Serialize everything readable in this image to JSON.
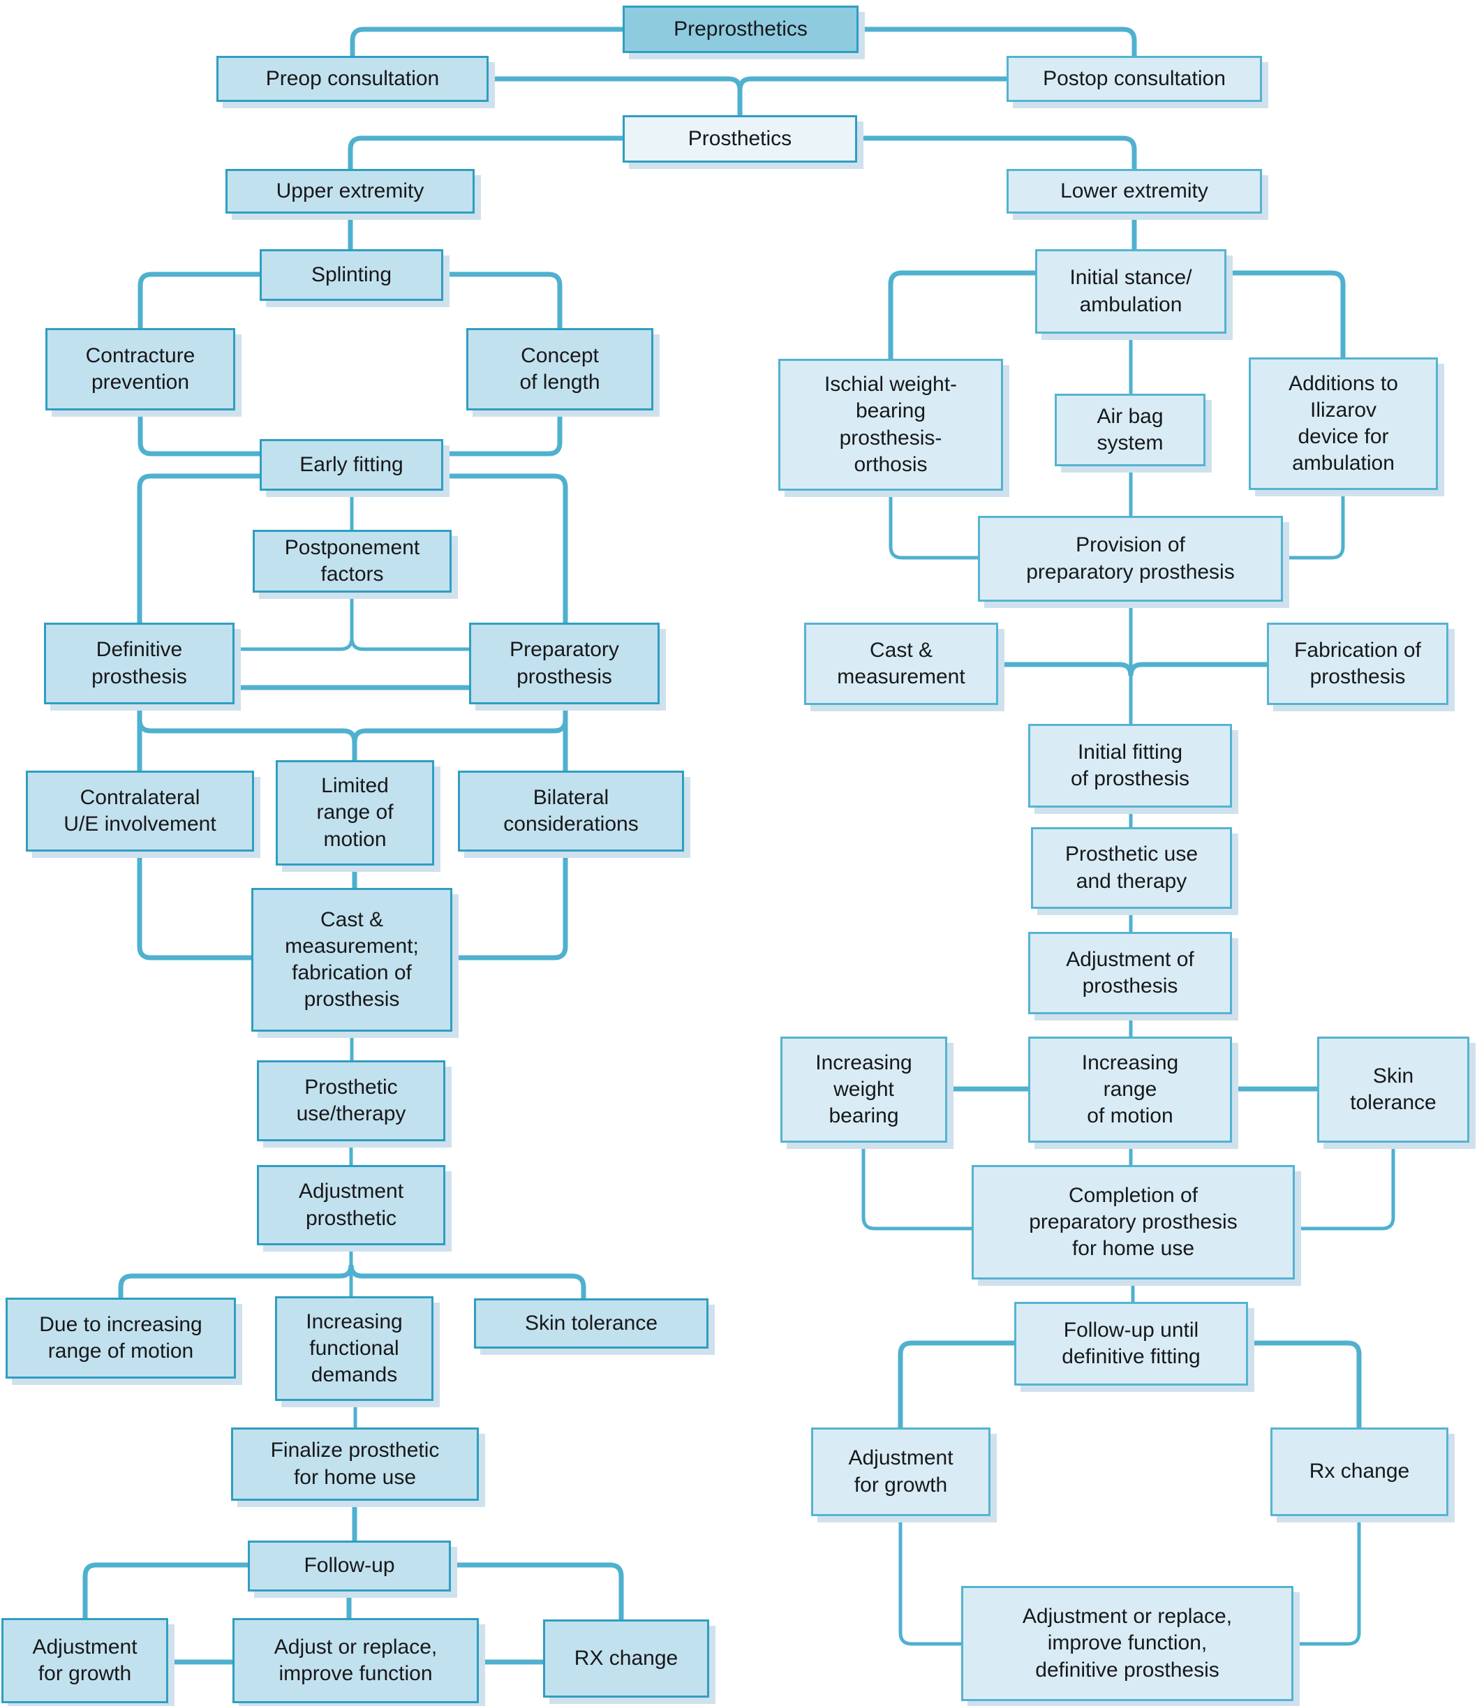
{
  "title": "Prosthetics care pathway flowchart",
  "colors": {
    "line-color": "#4fb0cf",
    "shadow": "#cfe1ed",
    "node-dark": "#8ecbdf",
    "node-pale": "#eaf4f9",
    "node-left": "#c2e1ee",
    "node-right": "#d9ecf5",
    "border-main": "#2f9ec2",
    "border-right": "#55b3d1"
  },
  "nodes": [
    {
      "id": "preprosthetics",
      "variant": "dark",
      "label": "Preprosthetics"
    },
    {
      "id": "preop",
      "variant": "left",
      "label": "Preop consultation"
    },
    {
      "id": "postop",
      "variant": "right",
      "label": "Postop consultation"
    },
    {
      "id": "prosthetics",
      "variant": "pale",
      "label": "Prosthetics"
    },
    {
      "id": "upper",
      "variant": "left",
      "label": "Upper extremity"
    },
    {
      "id": "lower",
      "variant": "right",
      "label": "Lower extremity"
    },
    {
      "id": "splinting",
      "variant": "left",
      "label": "Splinting"
    },
    {
      "id": "contracture",
      "variant": "left",
      "label": "Contracture\nprevention"
    },
    {
      "id": "concept",
      "variant": "left",
      "label": "Concept\nof length"
    },
    {
      "id": "early",
      "variant": "left",
      "label": "Early fitting"
    },
    {
      "id": "postponement",
      "variant": "left",
      "label": "Postponement\nfactors"
    },
    {
      "id": "definitive",
      "variant": "left",
      "label": "Definitive\nprosthesis"
    },
    {
      "id": "preparatory",
      "variant": "left",
      "label": "Preparatory\nprosthesis"
    },
    {
      "id": "contralateral",
      "variant": "left",
      "label": "Contralateral\nU/E involvement"
    },
    {
      "id": "limited",
      "variant": "left",
      "label": "Limited\nrange of\nmotion"
    },
    {
      "id": "bilateral",
      "variant": "left",
      "label": "Bilateral\nconsiderations"
    },
    {
      "id": "castmeas_l",
      "variant": "left",
      "label": "Cast &\nmeasurement;\nfabrication of\nprosthesis"
    },
    {
      "id": "prosuse_l",
      "variant": "left",
      "label": "Prosthetic\nuse/therapy"
    },
    {
      "id": "adjpros",
      "variant": "left",
      "label": "Adjustment\nprosthetic"
    },
    {
      "id": "dueto",
      "variant": "left",
      "label": "Due to increasing\nrange of motion"
    },
    {
      "id": "incfunc",
      "variant": "left",
      "label": "Increasing\nfunctional\ndemands"
    },
    {
      "id": "skintol_l",
      "variant": "left",
      "label": "Skin tolerance"
    },
    {
      "id": "finalize",
      "variant": "left",
      "label": "Finalize prosthetic\nfor home use"
    },
    {
      "id": "followup",
      "variant": "left",
      "label": "Follow-up"
    },
    {
      "id": "adjgrowth_l",
      "variant": "left",
      "label": "Adjustment\nfor growth"
    },
    {
      "id": "adjreplace_l",
      "variant": "left",
      "label": "Adjust or replace,\nimprove function"
    },
    {
      "id": "rxchange_l",
      "variant": "left",
      "label": "RX change"
    },
    {
      "id": "initialstance",
      "variant": "right",
      "label": "Initial stance/\nambulation"
    },
    {
      "id": "ischial",
      "variant": "right",
      "label": "Ischial weight-\nbearing\nprosthesis-\northosis"
    },
    {
      "id": "airbag",
      "variant": "right",
      "label": "Air bag\nsystem"
    },
    {
      "id": "additions",
      "variant": "right",
      "label": "Additions to\nIlizarov\ndevice for\nambulation"
    },
    {
      "id": "provision",
      "variant": "right",
      "label": "Provision of\npreparatory prosthesis"
    },
    {
      "id": "castmeas_r",
      "variant": "right",
      "label": "Cast &\nmeasurement"
    },
    {
      "id": "fabrication",
      "variant": "right",
      "label": "Fabrication of\nprosthesis"
    },
    {
      "id": "initialfitting",
      "variant": "right",
      "label": "Initial fitting\nof prosthesis"
    },
    {
      "id": "prosuse_r",
      "variant": "right",
      "label": "Prosthetic use\nand therapy"
    },
    {
      "id": "adjustpros_r",
      "variant": "right",
      "label": "Adjustment of\nprosthesis"
    },
    {
      "id": "incwb",
      "variant": "right",
      "label": "Increasing\nweight\nbearing"
    },
    {
      "id": "incrom",
      "variant": "right",
      "label": "Increasing\nrange\nof motion"
    },
    {
      "id": "skintol_r",
      "variant": "right",
      "label": "Skin\ntolerance"
    },
    {
      "id": "completion",
      "variant": "right",
      "label": "Completion of\npreparatory prosthesis\nfor home use"
    },
    {
      "id": "fudefinitive",
      "variant": "right",
      "label": "Follow-up until\ndefinitive fitting"
    },
    {
      "id": "adjgrowth_r",
      "variant": "right",
      "label": "Adjustment\nfor growth"
    },
    {
      "id": "rxchange_r",
      "variant": "right",
      "label": "Rx change"
    },
    {
      "id": "adjreplace_r",
      "variant": "right",
      "label": "Adjustment or replace,\nimprove function,\ndefinitive prosthesis"
    }
  ],
  "edges": [
    [
      "preprosthetics",
      "preop"
    ],
    [
      "preprosthetics",
      "postop"
    ],
    [
      "preop",
      "prosthetics"
    ],
    [
      "postop",
      "prosthetics"
    ],
    [
      "prosthetics",
      "upper"
    ],
    [
      "prosthetics",
      "lower"
    ],
    [
      "upper",
      "splinting"
    ],
    [
      "splinting",
      "contracture"
    ],
    [
      "splinting",
      "concept"
    ],
    [
      "contracture",
      "early"
    ],
    [
      "concept",
      "early"
    ],
    [
      "early",
      "postponement"
    ],
    [
      "early",
      "definitive"
    ],
    [
      "early",
      "preparatory"
    ],
    [
      "postponement",
      "definitive"
    ],
    [
      "postponement",
      "preparatory"
    ],
    [
      "definitive",
      "preparatory"
    ],
    [
      "definitive",
      "contralateral"
    ],
    [
      "preparatory",
      "bilateral"
    ],
    [
      "definitive",
      "limited"
    ],
    [
      "preparatory",
      "limited"
    ],
    [
      "contralateral",
      "castmeas_l"
    ],
    [
      "limited",
      "castmeas_l"
    ],
    [
      "bilateral",
      "castmeas_l"
    ],
    [
      "castmeas_l",
      "prosuse_l"
    ],
    [
      "prosuse_l",
      "adjpros"
    ],
    [
      "adjpros",
      "dueto"
    ],
    [
      "adjpros",
      "incfunc"
    ],
    [
      "adjpros",
      "skintol_l"
    ],
    [
      "incfunc",
      "finalize"
    ],
    [
      "finalize",
      "followup"
    ],
    [
      "followup",
      "adjgrowth_l"
    ],
    [
      "followup",
      "adjreplace_l"
    ],
    [
      "followup",
      "rxchange_l"
    ],
    [
      "adjgrowth_l",
      "adjreplace_l"
    ],
    [
      "adjreplace_l",
      "rxchange_l"
    ],
    [
      "lower",
      "initialstance"
    ],
    [
      "initialstance",
      "ischial"
    ],
    [
      "initialstance",
      "airbag"
    ],
    [
      "initialstance",
      "additions"
    ],
    [
      "airbag",
      "provision"
    ],
    [
      "ischial",
      "provision"
    ],
    [
      "additions",
      "provision"
    ],
    [
      "provision",
      "initialfitting"
    ],
    [
      "castmeas_r",
      "initialfitting"
    ],
    [
      "fabrication",
      "initialfitting"
    ],
    [
      "initialfitting",
      "prosuse_r"
    ],
    [
      "prosuse_r",
      "adjustpros_r"
    ],
    [
      "adjustpros_r",
      "incrom"
    ],
    [
      "incwb",
      "incrom"
    ],
    [
      "incrom",
      "skintol_r"
    ],
    [
      "incrom",
      "completion"
    ],
    [
      "incwb",
      "completion"
    ],
    [
      "skintol_r",
      "completion"
    ],
    [
      "completion",
      "fudefinitive"
    ],
    [
      "fudefinitive",
      "adjgrowth_r"
    ],
    [
      "fudefinitive",
      "rxchange_r"
    ],
    [
      "adjgrowth_r",
      "adjreplace_r"
    ],
    [
      "rxchange_r",
      "adjreplace_r"
    ]
  ]
}
